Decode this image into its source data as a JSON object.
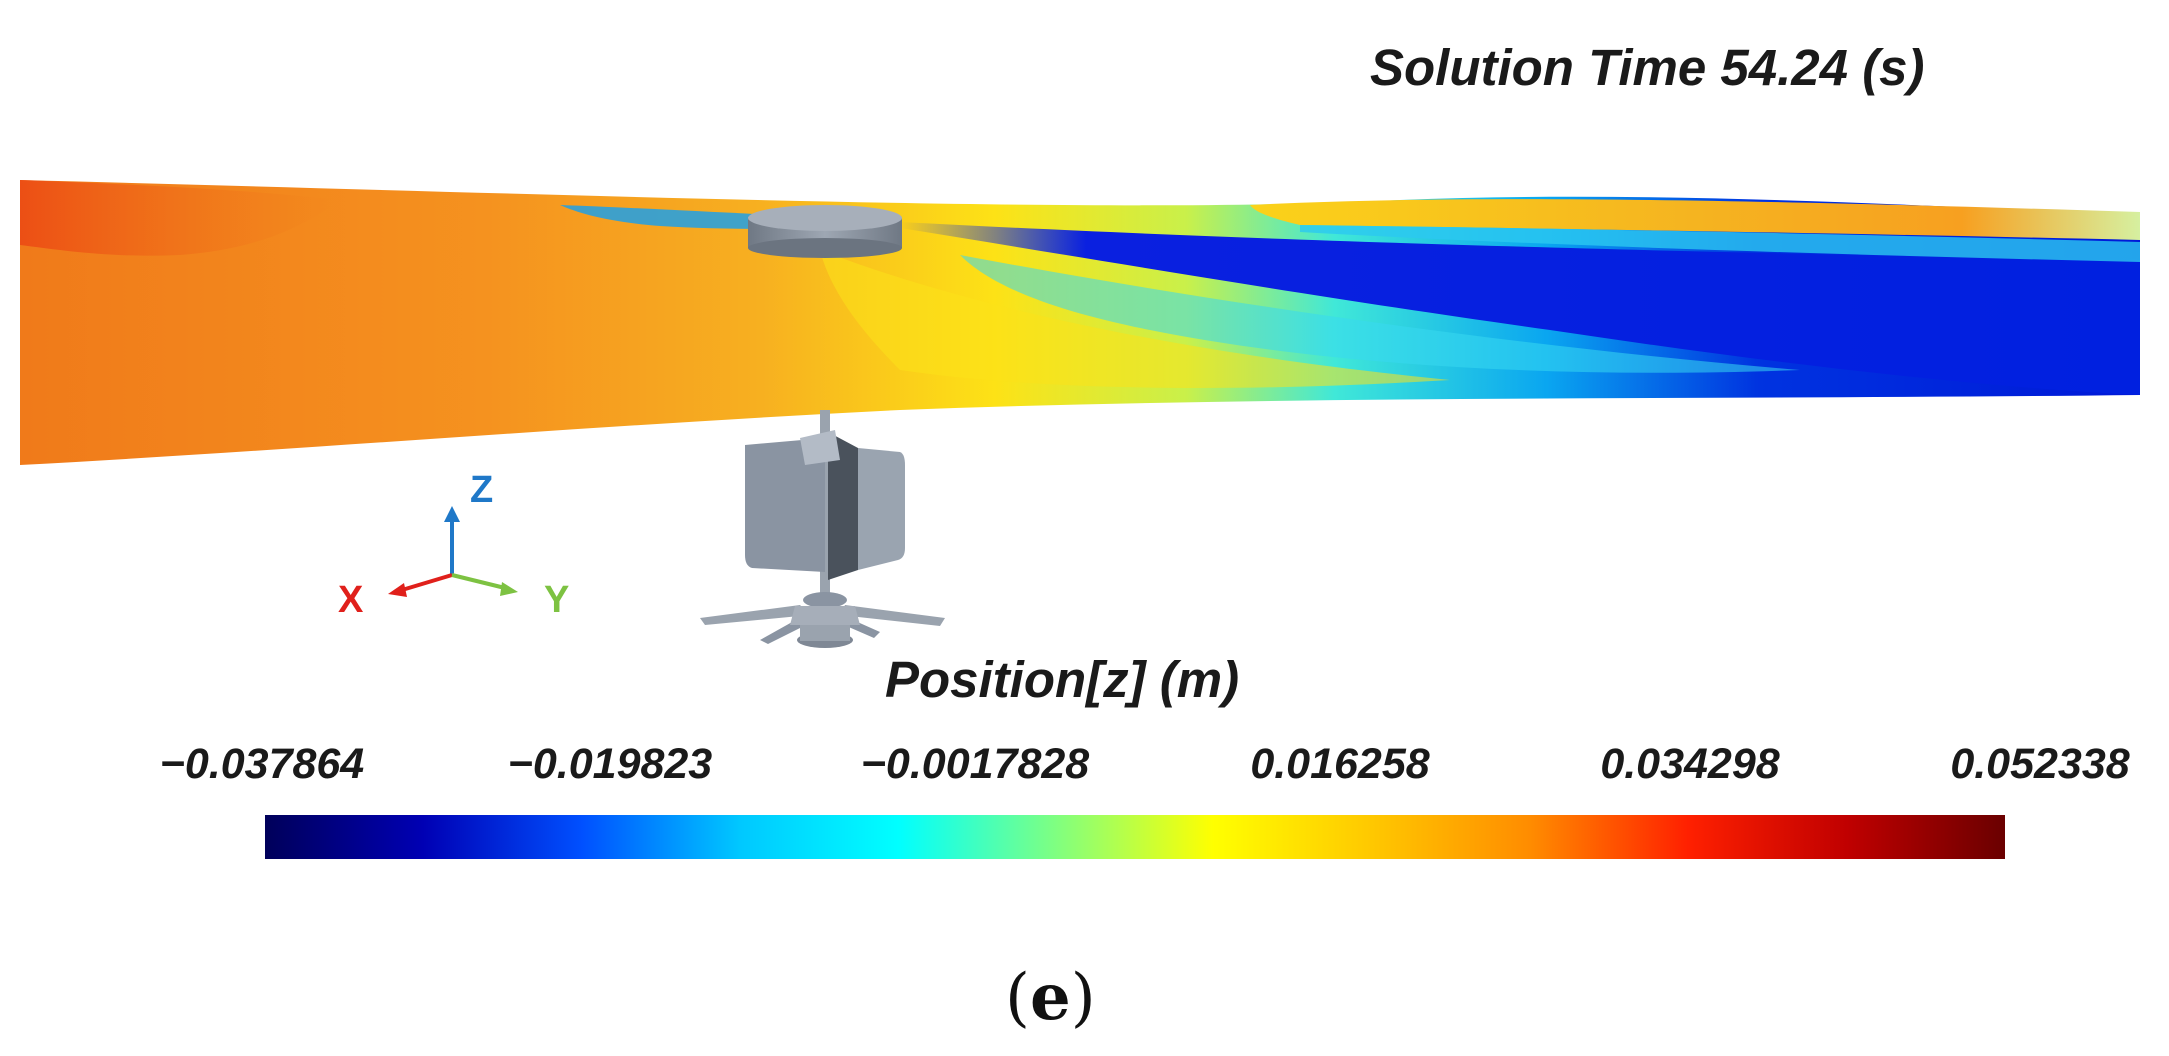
{
  "solution_time": {
    "label": "Solution Time",
    "value": "54.24",
    "unit": "(s)"
  },
  "legend": {
    "title": "Position[z]  (m)",
    "ticks": [
      "−0.037864",
      "−0.019823",
      "−0.0017828",
      "0.016258",
      "0.034298",
      "0.052338"
    ],
    "colormap": [
      "#00005a",
      "#0000b4",
      "#0050ff",
      "#00c8ff",
      "#00ffff",
      "#80ff80",
      "#ffff00",
      "#ffc800",
      "#ff8c00",
      "#ff2000",
      "#c00000",
      "#6a0000"
    ],
    "colormap_name": "jet"
  },
  "axes": {
    "x": {
      "label": "X",
      "color": "#e0201b"
    },
    "y": {
      "label": "Y",
      "color": "#7dc242"
    },
    "z": {
      "label": "Z",
      "color": "#1f78c8"
    }
  },
  "device_color": "#8a94a2",
  "subfigure": {
    "open": "(",
    "letter": "e",
    "close": ")"
  }
}
